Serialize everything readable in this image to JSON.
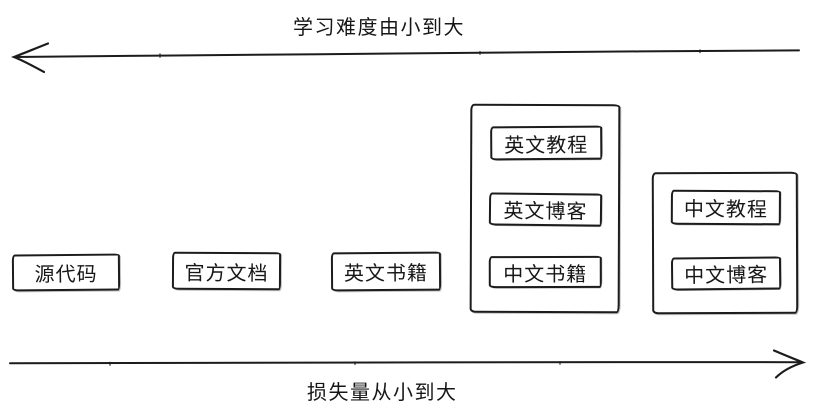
{
  "diagram": {
    "background_color": "#ffffff",
    "stroke_color": "#1c1c1c",
    "arrows": {
      "top": {
        "label": "学习难度由小到大",
        "direction": "left"
      },
      "bottom": {
        "label": "损失量从小到大",
        "direction": "right"
      }
    },
    "boxes": {
      "standalone": [
        {
          "label": "源代码"
        },
        {
          "label": "官方文档"
        },
        {
          "label": "英文书籍"
        }
      ],
      "groups": [
        {
          "items": [
            {
              "label": "英文教程"
            },
            {
              "label": "英文博客"
            },
            {
              "label": "中文书籍"
            }
          ]
        },
        {
          "items": [
            {
              "label": "中文教程"
            },
            {
              "label": "中文博客"
            }
          ]
        }
      ]
    }
  }
}
